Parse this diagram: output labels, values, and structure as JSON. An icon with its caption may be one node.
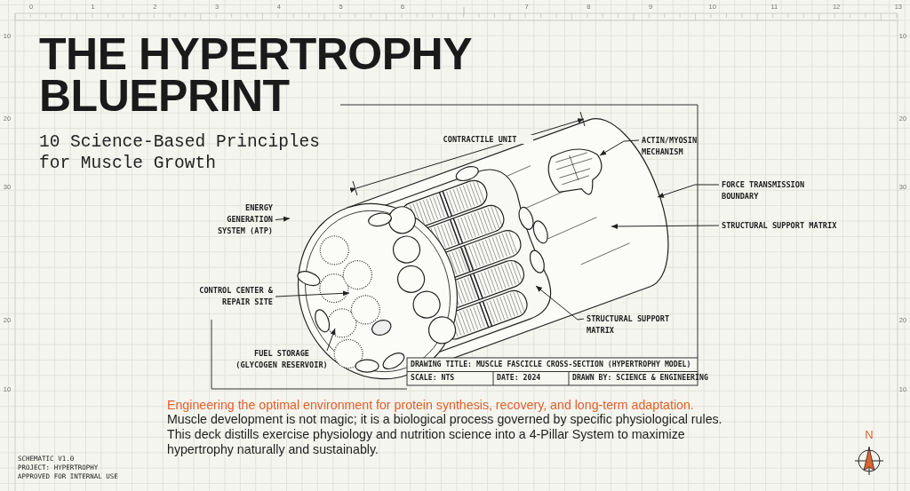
{
  "diagram": {
    "title": "THE HYPERTROPHY BLUEPRINT",
    "nodes": [
      {
        "text": [
          "ENERGY GENERATION SYSTEM (ATP)"
        ]
      },
      {
        "text": [
          "CONTROL CENTER & REPAIR SITE"
        ]
      },
      {
        "text": [
          "FUEL STORAGE (GLYCOGEN RESERVOIR)"
        ]
      },
      {
        "text": [
          "STRUCTURAL SUPPORT MATRIX"
        ]
      },
      {
        "text": [
          "ACTIN/MYOSIN MECHANISM"
        ]
      },
      {
        "text": [
          "FORCE TRANSMISSION BOUNDARY"
        ]
      },
      {
        "text": [
          "STRUCTURAL SUPPORT MATRIX"
        ]
      }
    ],
    "edges": [
      {
        "from": 0,
        "to": null,
        "arrow": "to"
      },
      {
        "from": 1,
        "to": null,
        "arrow": "to"
      },
      {
        "from": 2,
        "to": null,
        "arrow": "to"
      },
      {
        "from": 3,
        "to": null,
        "arrow": "to"
      },
      {
        "from": 4,
        "to": null,
        "arrow": "to"
      },
      {
        "from": 5,
        "to": null,
        "arrow": "to"
      },
      {
        "from": 6,
        "to": null,
        "arrow": "to"
      }
    ],
    "labels": [
      "0",
      "1",
      "2",
      "3",
      "4",
      "5",
      "6",
      "7",
      "8",
      "9",
      "10",
      "11",
      "12",
      "13",
      "10",
      "20",
      "30",
      "20",
      "10",
      "10",
      "20",
      "30",
      "20",
      "10",
      "10 Science-Based Principles for Muscle Growth",
      "CONTRACTILE UNIT",
      "DRAWING TITLE: MUSCLE FASCICLE CROSS-SECTION (HYPERTROPHY MODEL)",
      "SCALE: NTS",
      "DATE: 2024",
      "DRAWN BY: SCIENCE & ENGINEERING",
      "Engineering the optimal environment for protein synthesis, recovery, and long-term adaptation.",
      "Muscle development is not magic; it is a biological process governed by specific physiological rules. This deck distills exercise physiology and nutrition science into a 4-Pillar System to maximize hypertrophy naturally and sustainably.",
      "SCHEMATIC V1.0",
      "PROJECT: HYPERTROPHY",
      "APPROVED FOR INTERNAL USE",
      "N"
    ]
  }
}
